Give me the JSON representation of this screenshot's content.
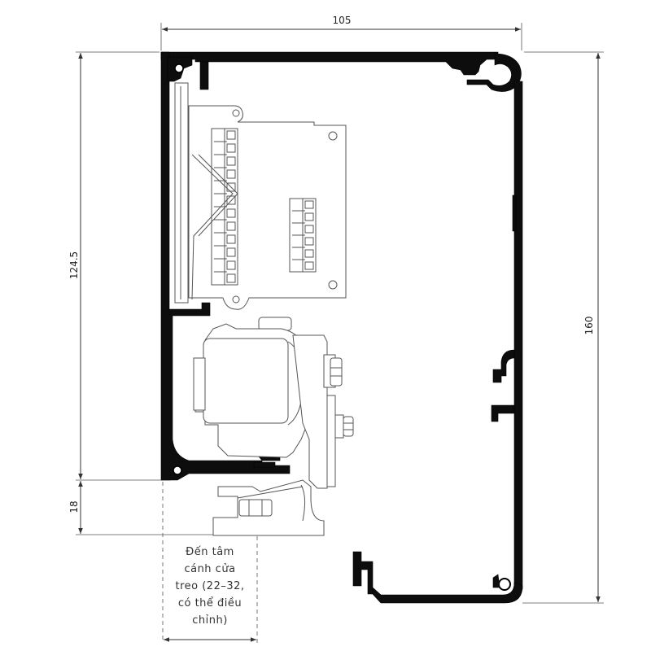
{
  "dimensions": {
    "width": "105",
    "height_total": "160",
    "height_upper": "124.5",
    "height_lower": "18"
  },
  "note": {
    "lines": [
      "Đến tâm",
      "cánh cửa",
      "treo (22–32,",
      "có thể điều",
      "chỉnh)"
    ]
  },
  "colors": {
    "profile": "#0d0d0d",
    "lines": "#555555",
    "background": "#ffffff"
  }
}
